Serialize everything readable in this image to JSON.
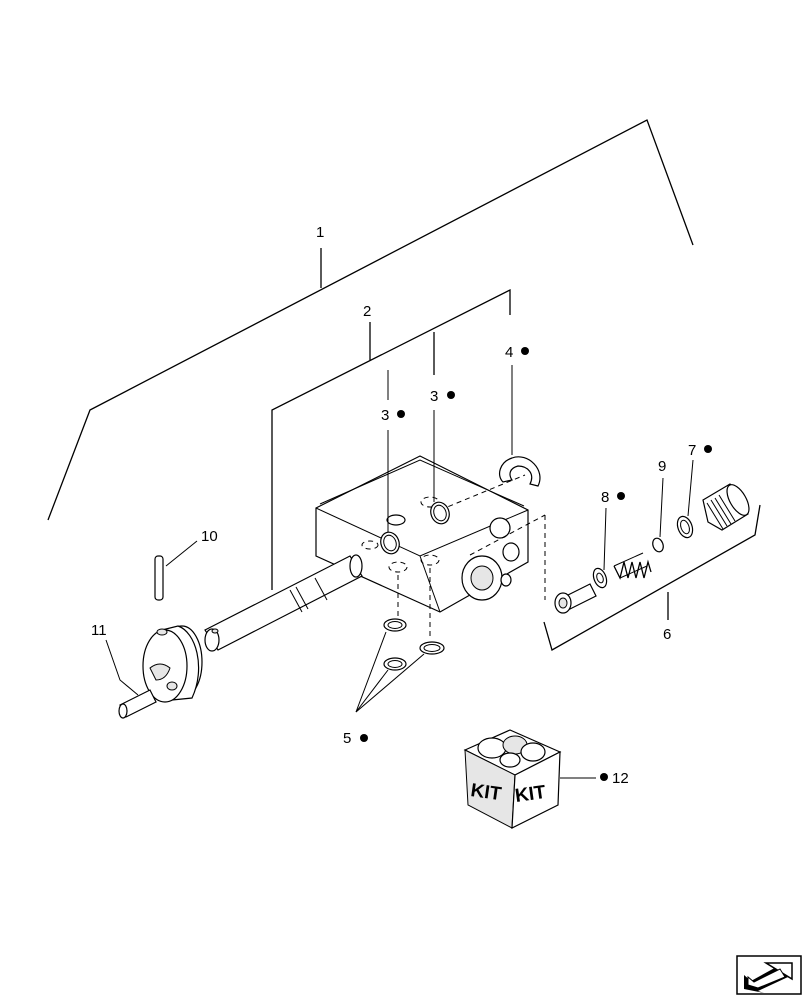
{
  "callouts": {
    "c1": "1",
    "c2": "2",
    "c3a": "3",
    "c3b": "3",
    "c4": "4",
    "c5": "5",
    "c6": "6",
    "c7": "7",
    "c8": "8",
    "c9": "9",
    "c10": "10",
    "c11": "11",
    "c12": "12"
  },
  "kit": {
    "left_label": "KIT",
    "right_label": "KIT"
  },
  "icons": {
    "kit_part": "kit-box-icon",
    "navigation": "next-page-arrow-icon"
  }
}
